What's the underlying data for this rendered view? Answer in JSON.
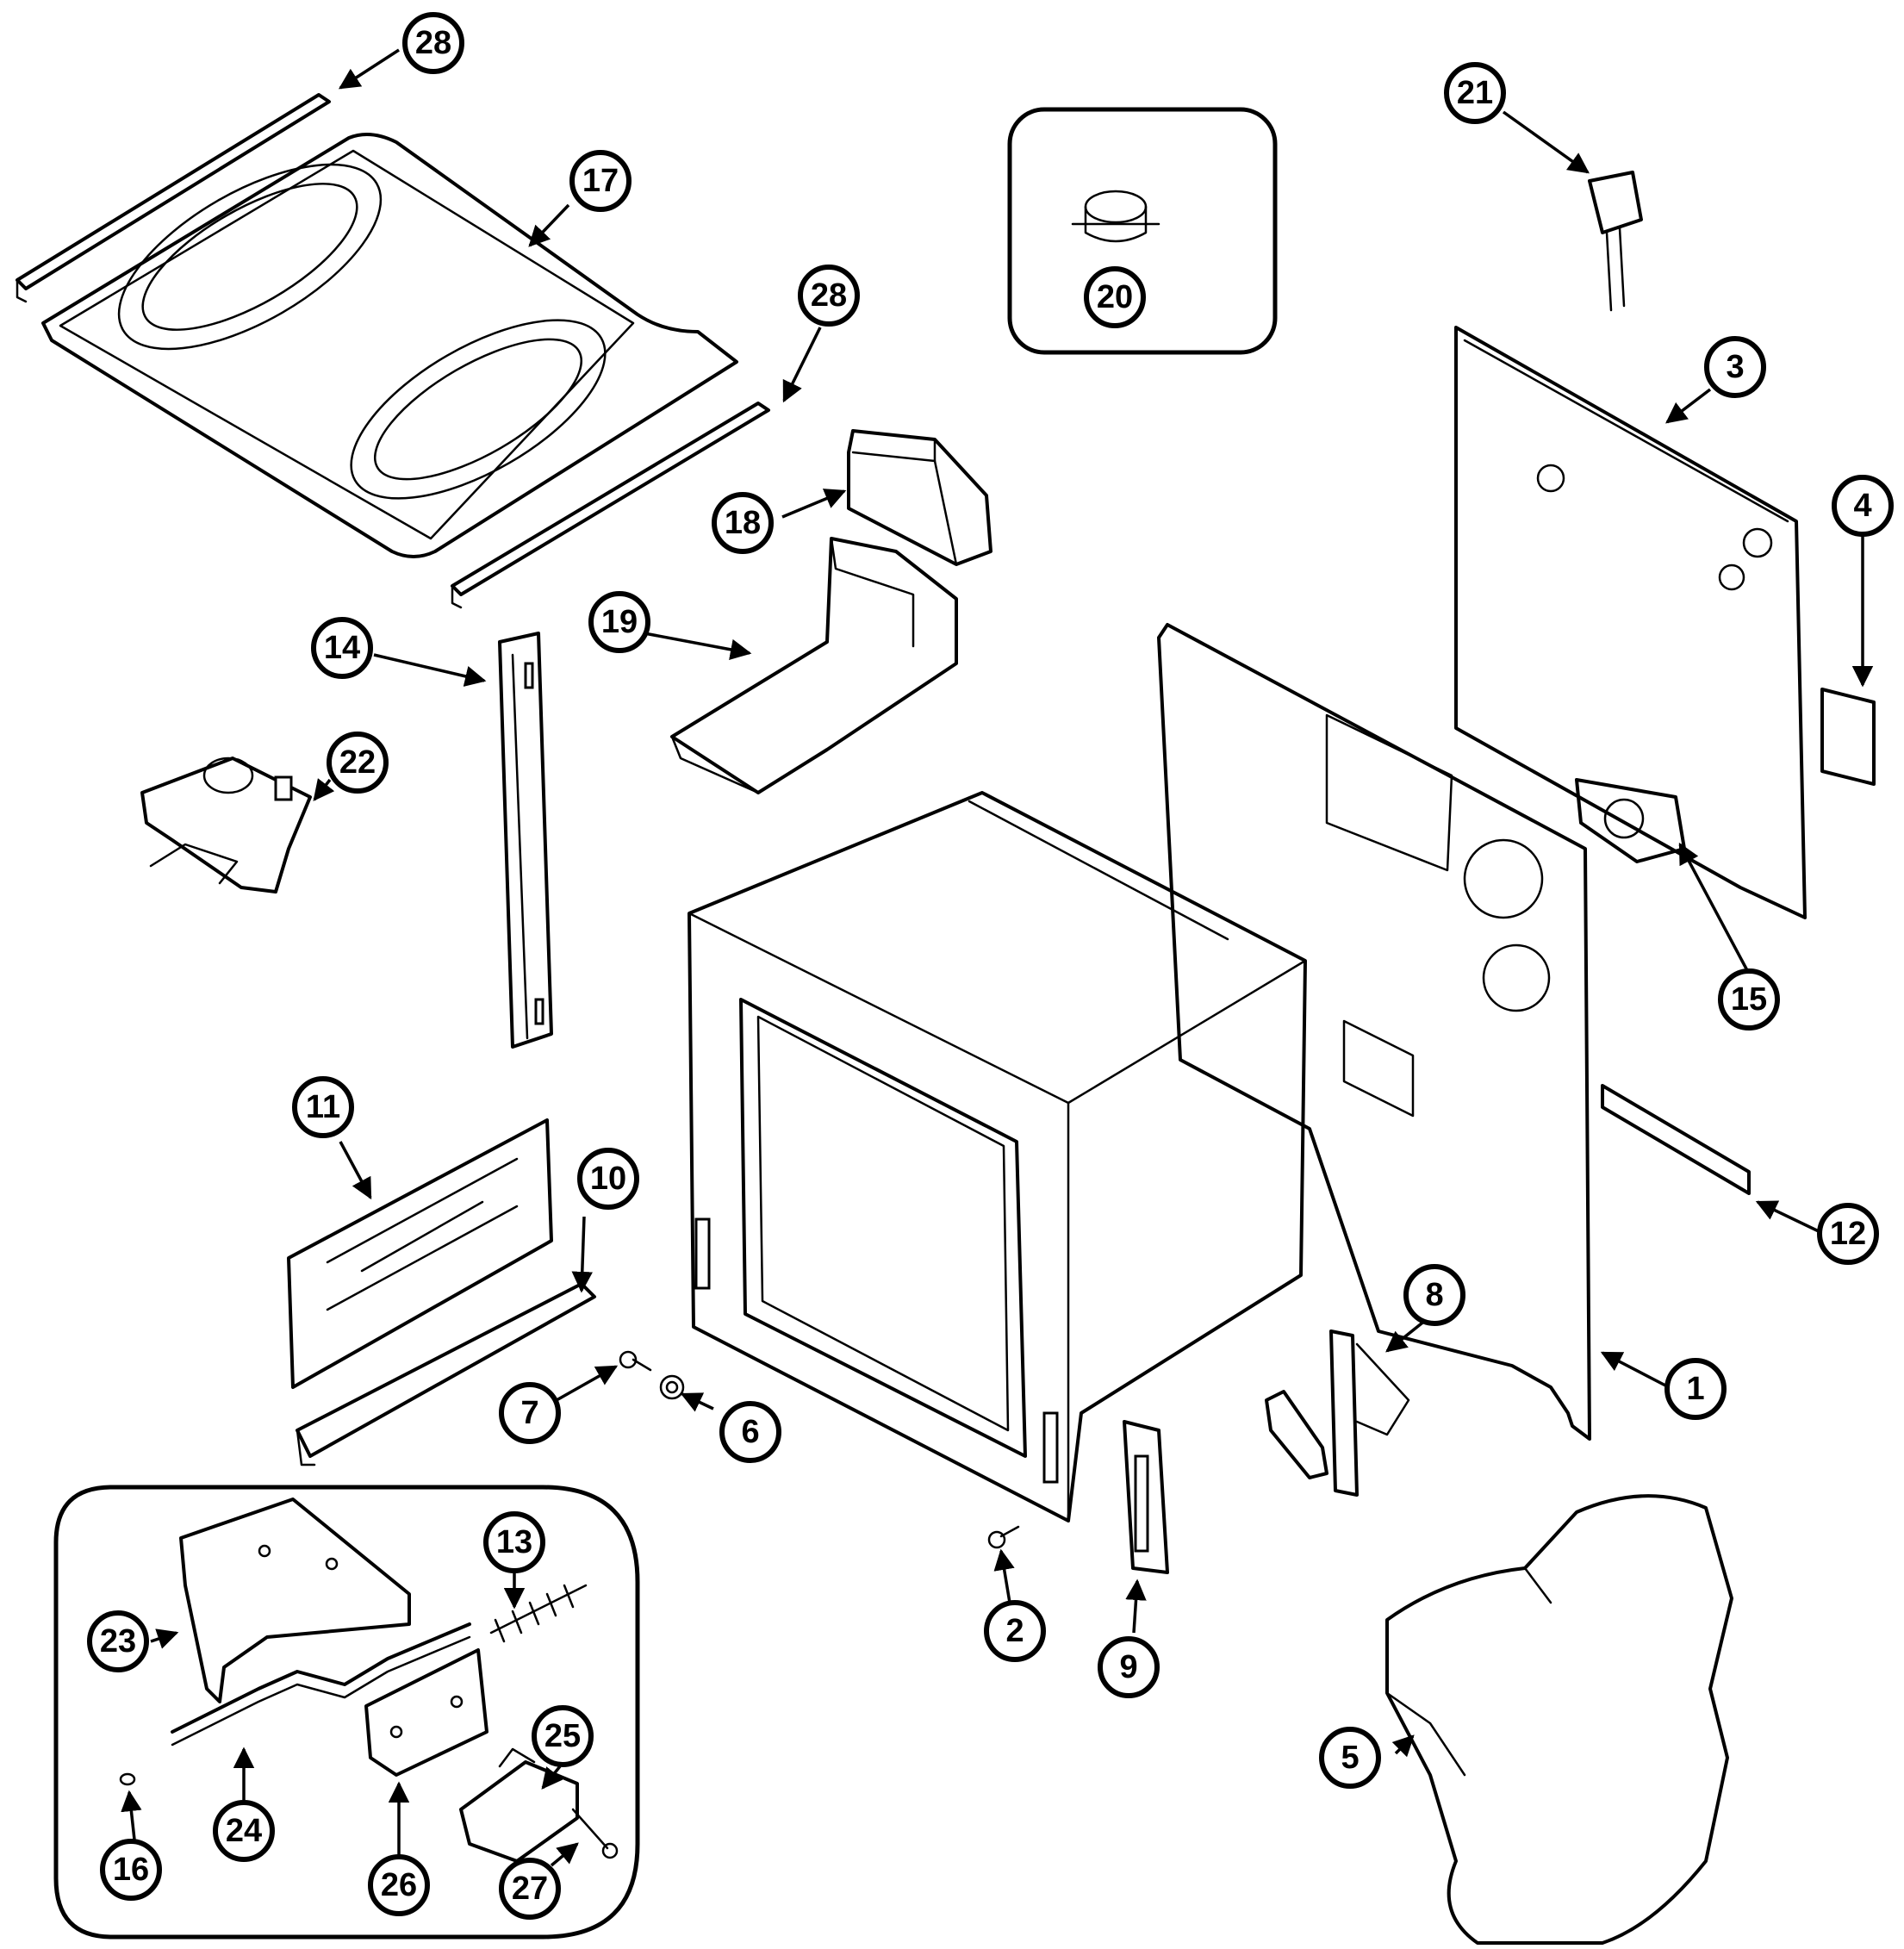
{
  "diagram": {
    "callouts": [
      {
        "label": "1"
      },
      {
        "label": "2"
      },
      {
        "label": "3"
      },
      {
        "label": "4"
      },
      {
        "label": "5"
      },
      {
        "label": "6"
      },
      {
        "label": "7"
      },
      {
        "label": "8"
      },
      {
        "label": "9"
      },
      {
        "label": "10"
      },
      {
        "label": "11"
      },
      {
        "label": "12"
      },
      {
        "label": "13"
      },
      {
        "label": "14"
      },
      {
        "label": "15"
      },
      {
        "label": "16"
      },
      {
        "label": "17"
      },
      {
        "label": "18"
      },
      {
        "label": "19"
      },
      {
        "label": "20"
      },
      {
        "label": "21"
      },
      {
        "label": "22"
      },
      {
        "label": "23"
      },
      {
        "label": "24"
      },
      {
        "label": "25"
      },
      {
        "label": "26"
      },
      {
        "label": "27"
      },
      {
        "label": "28"
      },
      {
        "label": "28"
      }
    ]
  }
}
